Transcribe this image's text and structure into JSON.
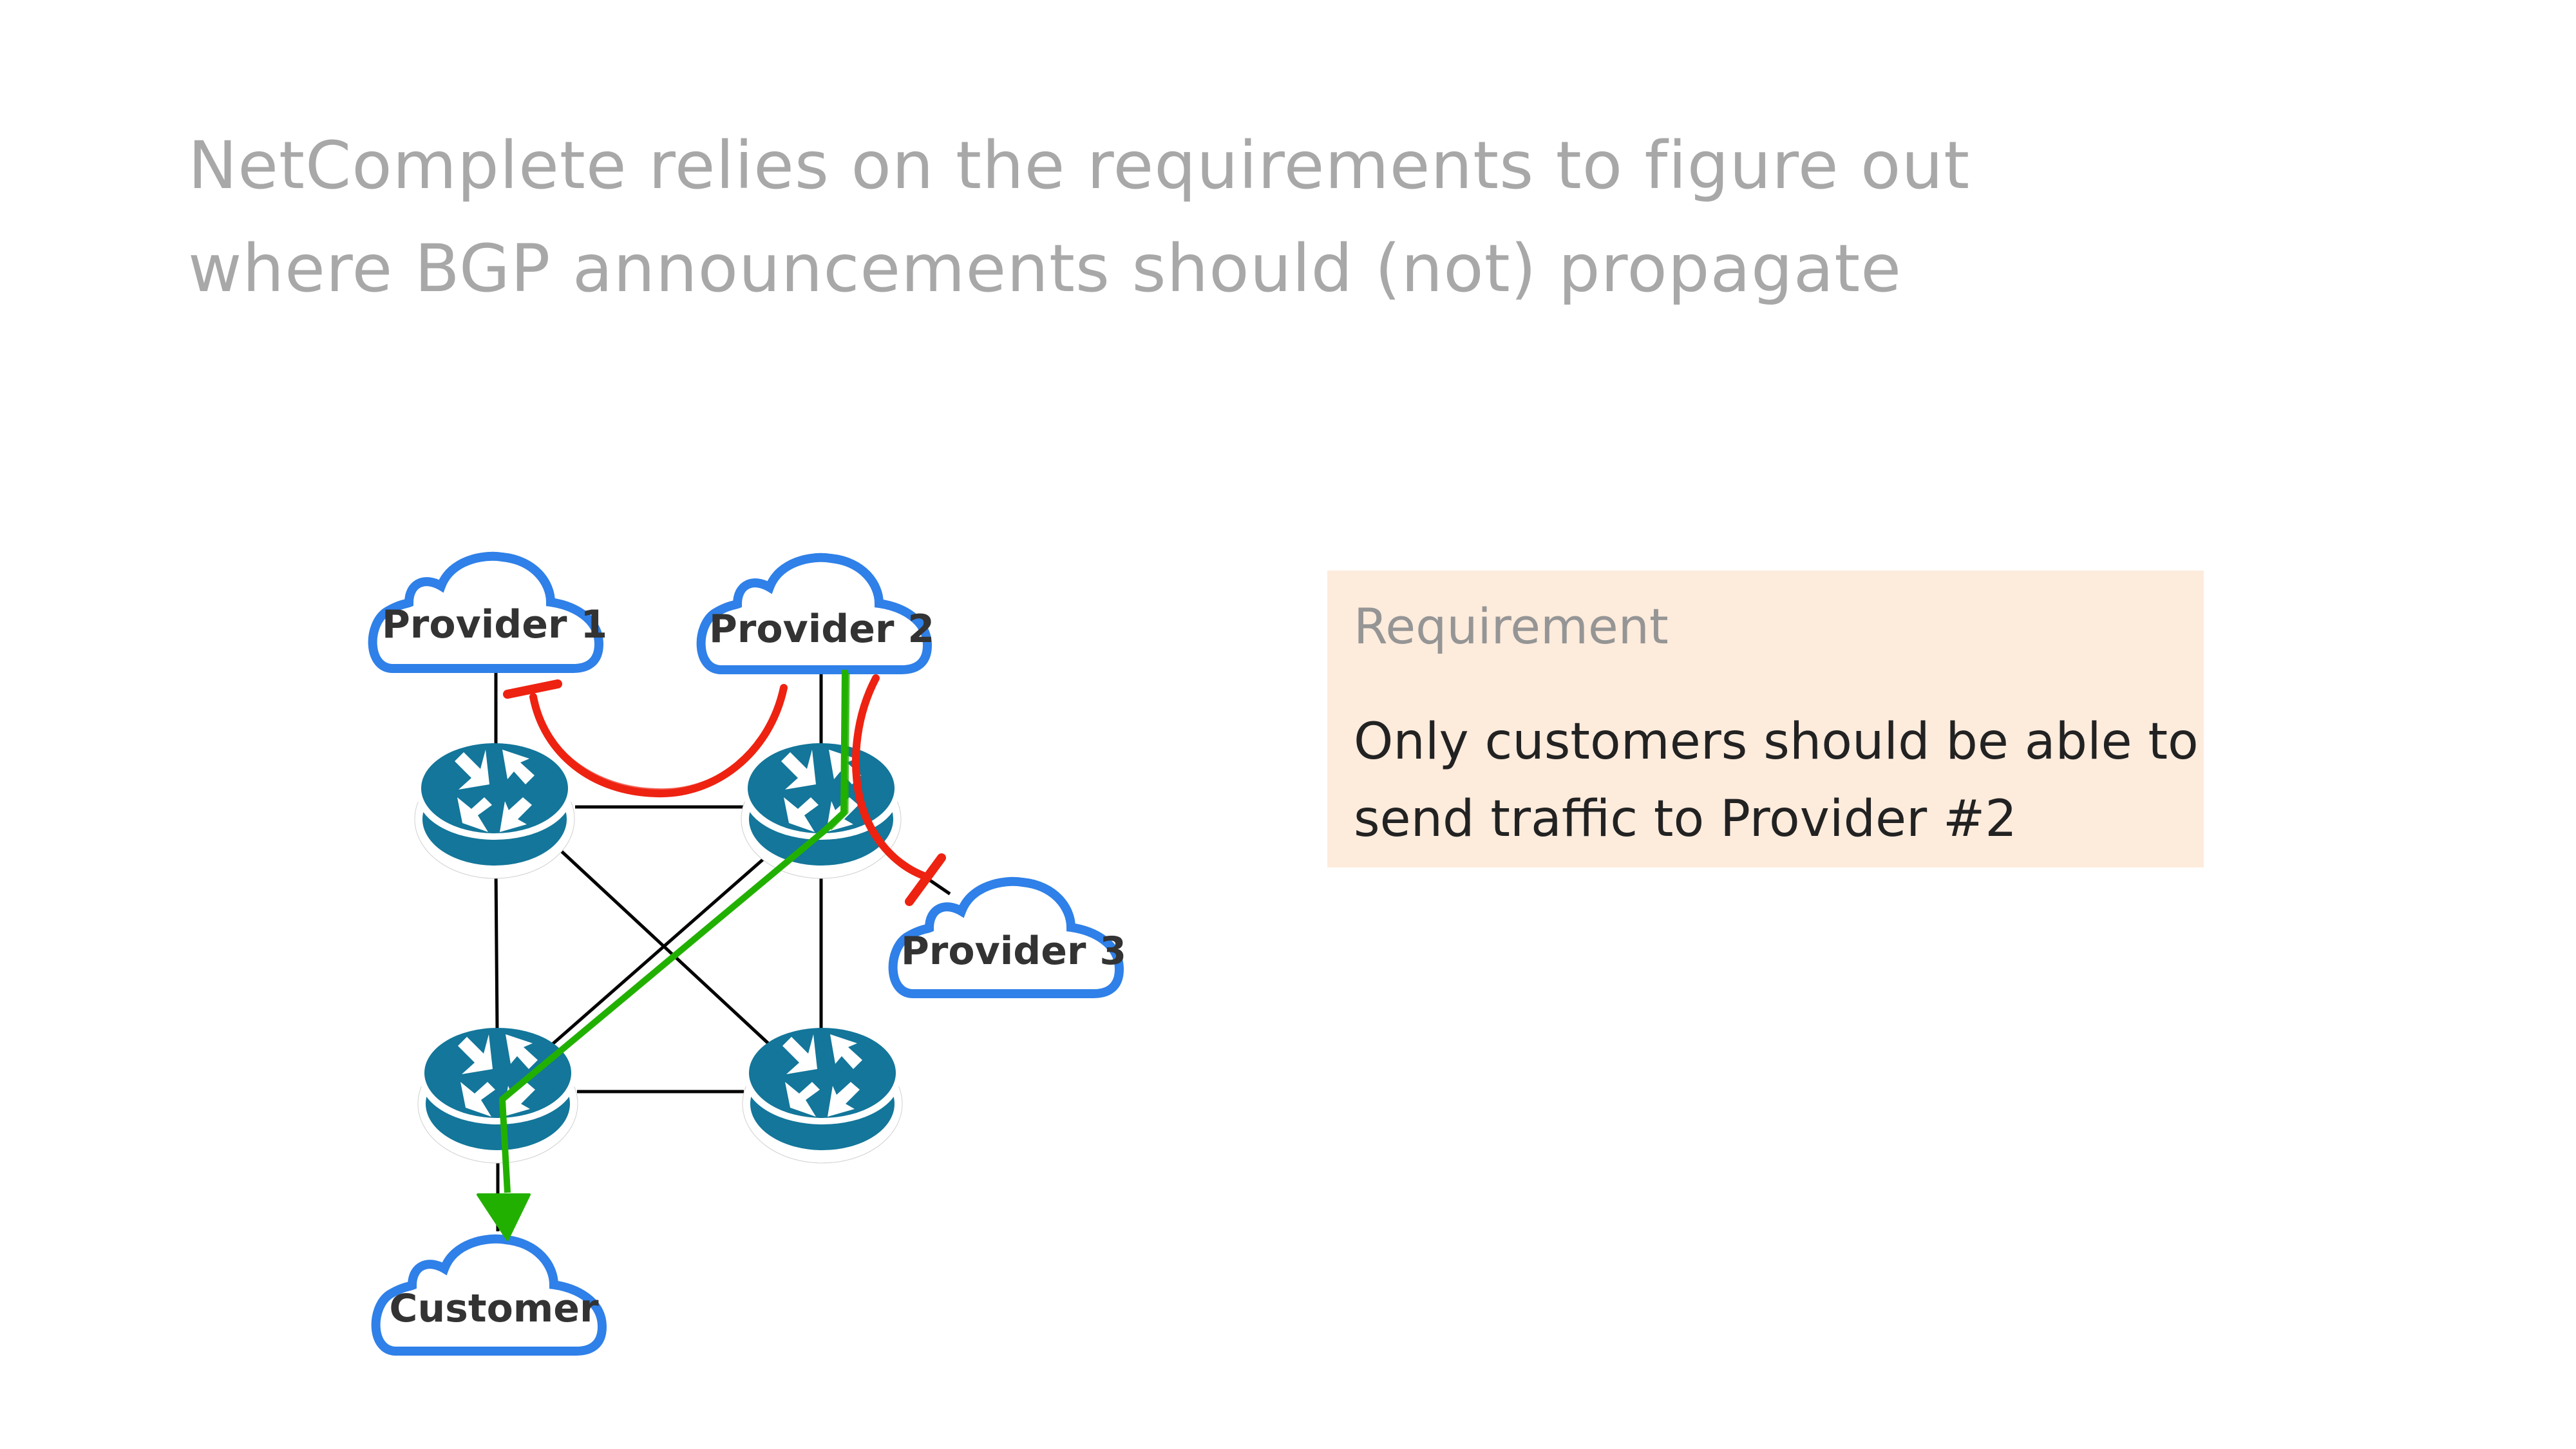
{
  "slide": {
    "title_lines": [
      "NetComplete relies on the requirements to figure out",
      "where BGP announcements should (not) propagate"
    ]
  },
  "requirement": {
    "label": "Requirement",
    "text_lines": [
      "Only customers should be able to",
      "send traffic to Provider #2"
    ]
  },
  "network": {
    "clouds": [
      {
        "id": "provider1",
        "label": "Provider 1"
      },
      {
        "id": "provider2",
        "label": "Provider 2"
      },
      {
        "id": "provider3",
        "label": "Provider 3"
      },
      {
        "id": "customer",
        "label": "Customer"
      }
    ],
    "routers": [
      {
        "id": "r-top-left",
        "icon": "router-icon"
      },
      {
        "id": "r-top-right",
        "icon": "router-icon"
      },
      {
        "id": "r-bottom-left",
        "icon": "router-icon"
      },
      {
        "id": "r-bottom-right",
        "icon": "router-icon"
      }
    ],
    "links": [
      [
        "provider1",
        "r-top-left"
      ],
      [
        "provider2",
        "r-top-right"
      ],
      [
        "r-top-left",
        "r-top-right"
      ],
      [
        "r-bottom-left",
        "r-bottom-right"
      ],
      [
        "r-top-left",
        "r-bottom-left"
      ],
      [
        "r-top-right",
        "r-bottom-right"
      ],
      [
        "r-top-left",
        "r-bottom-right"
      ],
      [
        "r-top-right",
        "r-bottom-left"
      ],
      [
        "r-top-right",
        "provider3"
      ],
      [
        "r-bottom-left",
        "customer"
      ]
    ],
    "annotations": [
      {
        "type": "blocked",
        "from": "provider2",
        "to": "provider1"
      },
      {
        "type": "blocked",
        "from": "provider2",
        "to": "provider3"
      },
      {
        "type": "allowed",
        "from": "provider2",
        "to": "customer"
      }
    ]
  },
  "colors": {
    "cloud_outline": "#2F80E8",
    "router": "#13769A",
    "blocked_path": "#EE2211",
    "allowed_path": "#22B000",
    "requirement_bg": "#FDEBDC"
  }
}
